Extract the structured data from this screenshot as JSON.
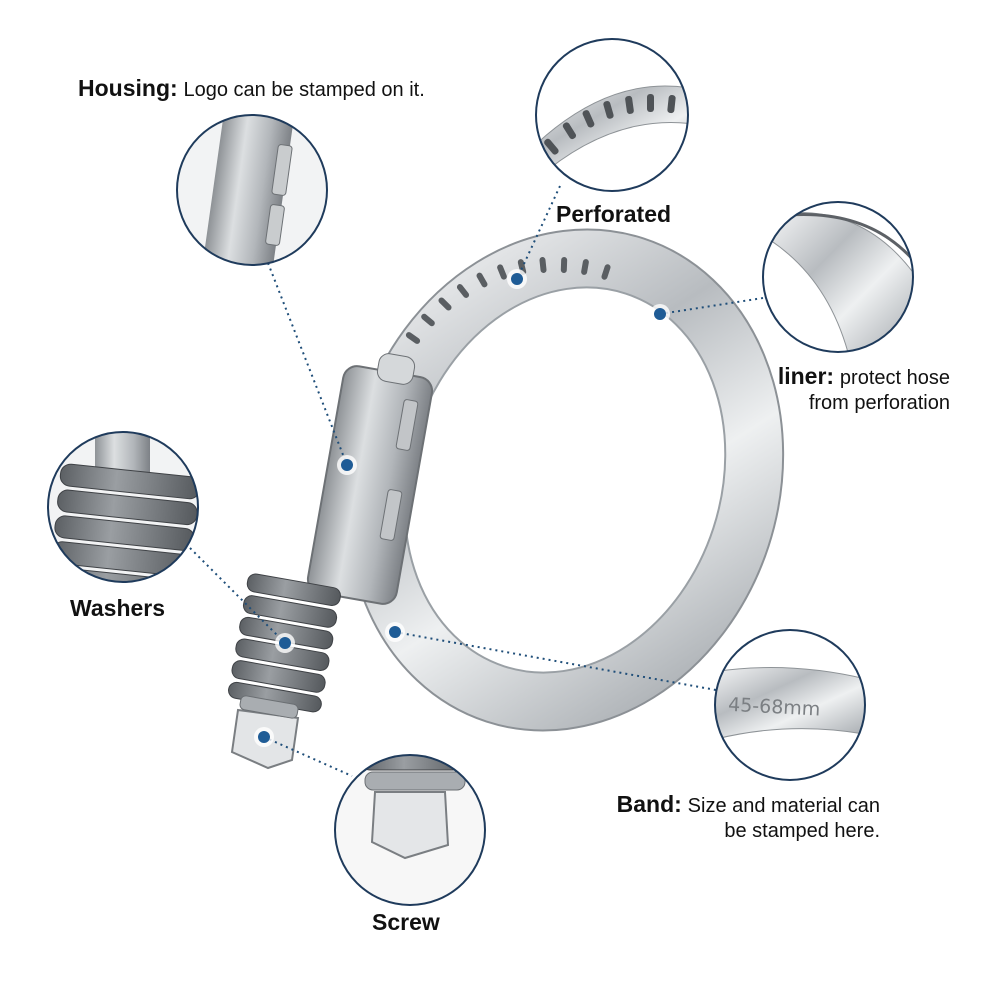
{
  "callouts": {
    "housing": {
      "title": "Housing:",
      "desc": "Logo can be stamped on it."
    },
    "perforated": {
      "title": "Perforated"
    },
    "liner": {
      "title": "liner:",
      "desc_line1": "protect hose",
      "desc_line2": "from perforation"
    },
    "washers": {
      "title": "Washers"
    },
    "screw": {
      "title": "Screw"
    },
    "band": {
      "title": "Band:",
      "desc_line1": "Size and material can",
      "desc_line2": "be stamped here.",
      "stamp": "45-68mm"
    }
  },
  "colors": {
    "accent": "#1f4e79",
    "dot": "#2a6aa6",
    "metal": "#c9cccf",
    "dark_metal": "#6b6f73"
  }
}
